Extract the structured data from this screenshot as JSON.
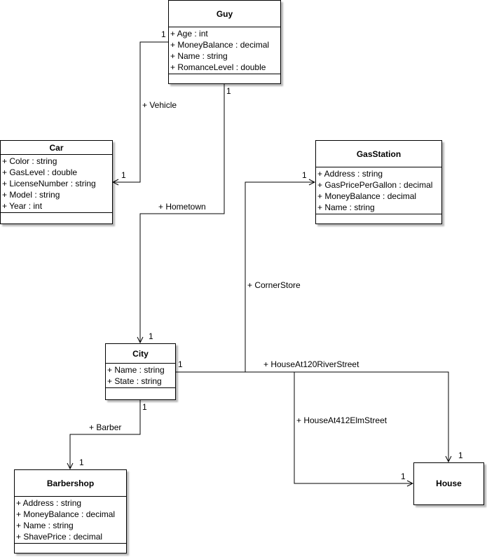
{
  "classes": {
    "guy": {
      "name": "Guy",
      "attributes": [
        "+ Age : int",
        "+ MoneyBalance : decimal",
        "+ Name : string",
        "+ RomanceLevel : double"
      ]
    },
    "car": {
      "name": "Car",
      "attributes": [
        "+ Color : string",
        "+ GasLevel : double",
        "+ LicenseNumber : string",
        "+ Model : string",
        "+ Year : int"
      ]
    },
    "gasstation": {
      "name": "GasStation",
      "attributes": [
        "+ Address : string",
        "+ GasPricePerGallon : decimal",
        "+ MoneyBalance : decimal",
        "+ Name : string"
      ]
    },
    "city": {
      "name": "City",
      "attributes": [
        "+ Name : string",
        "+ State : string"
      ]
    },
    "barbershop": {
      "name": "Barbershop",
      "attributes": [
        "+ Address : string",
        "+ MoneyBalance : decimal",
        "+ Name : string",
        "+ ShavePrice : decimal"
      ]
    },
    "house": {
      "name": "House",
      "attributes": []
    }
  },
  "associations": {
    "vehicle": {
      "label": "+ Vehicle",
      "source_mult": "1",
      "target_mult": "1"
    },
    "hometown": {
      "label": "+ Hometown",
      "source_mult": "1",
      "target_mult": "1"
    },
    "cornerstore": {
      "label": "+ CornerStore",
      "source_mult": "1",
      "target_mult": "1"
    },
    "barber": {
      "label": "+ Barber",
      "source_mult": "1",
      "target_mult": "1"
    },
    "house120": {
      "label": "+ HouseAt120RiverStreet",
      "target_mult": "1"
    },
    "house412": {
      "label": "+ HouseAt412ElmStreet",
      "target_mult": "1"
    }
  }
}
